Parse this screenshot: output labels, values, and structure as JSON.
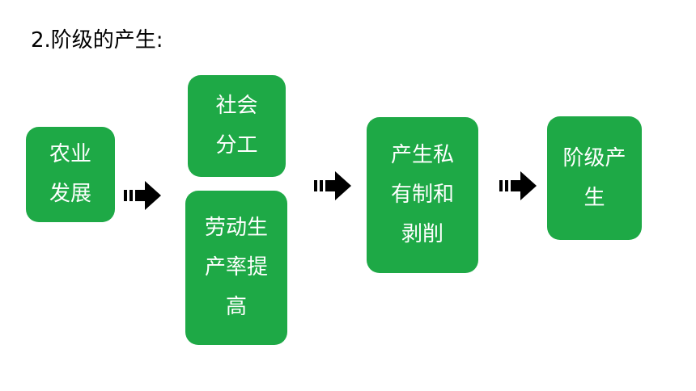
{
  "title": "2.阶级的产生:",
  "colors": {
    "box_fill": "#1ea946",
    "box_text": "#ffffff",
    "arrow": "#000000"
  },
  "boxes": {
    "agriculture": {
      "lines": [
        "农业",
        "发展"
      ]
    },
    "division": {
      "lines": [
        "社会",
        "分工"
      ]
    },
    "productivity": {
      "lines": [
        "劳动生",
        "产率提",
        "高"
      ]
    },
    "private": {
      "lines": [
        "产生私",
        "有制和",
        "剥削"
      ]
    },
    "classes": {
      "lines": [
        "阶级产",
        "生"
      ]
    }
  },
  "arrows": [
    {
      "icon": "striped-right-arrow-icon"
    },
    {
      "icon": "striped-right-arrow-icon"
    },
    {
      "icon": "striped-right-arrow-icon"
    }
  ]
}
